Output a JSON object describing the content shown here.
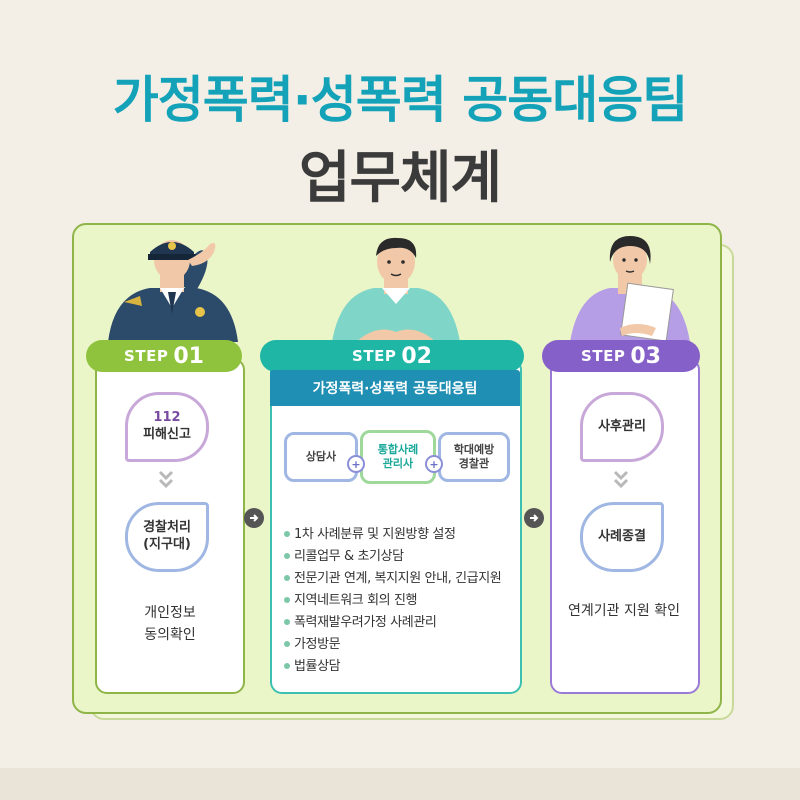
{
  "title": {
    "line1": "가정폭력·성폭력 공동대응팀",
    "line2": "업무체계"
  },
  "colors": {
    "title_teal": "#14a2b8",
    "step1_green": "#8fc23d",
    "step2_teal": "#1fb6a6",
    "step3_purple": "#8560c8",
    "panel_green": "#eaf5c8"
  },
  "steps": [
    {
      "word": "STEP",
      "number": "01",
      "bubble_top": {
        "line1": "112",
        "line2": "피해신고"
      },
      "bubble_bottom": {
        "line1": "경찰처리",
        "line2": "(지구대)"
      },
      "note": {
        "line1": "개인정보",
        "line2": "동의확인"
      }
    },
    {
      "word": "STEP",
      "number": "02",
      "team": "가정폭력·성폭력 공동대응팀",
      "roles": [
        {
          "line1": "상담사",
          "line2": ""
        },
        {
          "line1": "통합사례",
          "line2": "관리사"
        },
        {
          "line1": "학대예방",
          "line2": "경찰관"
        }
      ],
      "plus_symbol": "+",
      "tasks": [
        "1차 사례분류 및 지원방향 설정",
        "리콜업무 & 초기상담",
        "전문기관 연계, 복지지원 안내, 긴급지원",
        "지역네트워크 회의 진행",
        "폭력재발우려가정 사례관리",
        "가정방문",
        "법률상담"
      ]
    },
    {
      "word": "STEP",
      "number": "03",
      "bubble_top": {
        "line1": "사후관리"
      },
      "bubble_bottom": {
        "line1": "사례종결"
      },
      "note": {
        "line1": "연계기관 지원 확인"
      }
    }
  ],
  "icons": {
    "flow_arrow": "arrow-right-circle-icon",
    "down_chevron": "double-chevron-down-icon",
    "bullet": "bullet-dot-icon"
  }
}
